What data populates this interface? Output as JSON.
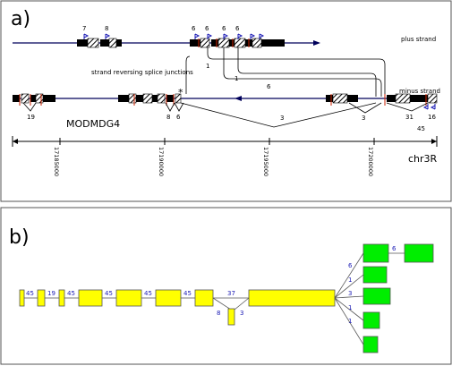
{
  "panel_a": {
    "label": "a)",
    "plus_strand_label": "plus strand",
    "minus_strand_label": "minus strand",
    "junction_note": "strand reversing splice junctions",
    "gene_label": "MODMDG4",
    "chrom_label": "chr3R",
    "asterisk": "*",
    "plus_counts": [
      "7",
      "8",
      "6",
      "6",
      "6",
      "6"
    ],
    "junction_counts": [
      "1",
      "1",
      "6"
    ],
    "minus_counts_left": [
      "19",
      "8",
      "6"
    ],
    "minus_counts_right": [
      "3",
      "3",
      "31",
      "16",
      "45"
    ],
    "ticks": [
      "17185000",
      "17190000",
      "17195000",
      "17200000"
    ]
  },
  "panel_b": {
    "label": "b)",
    "chain_counts": [
      "45",
      "19",
      "45",
      "45",
      "45",
      "45",
      "37"
    ],
    "branch_counts": [
      "8",
      "3"
    ],
    "fan_counts": [
      "6",
      "1",
      "3",
      "1",
      "1"
    ],
    "top_count": "6"
  },
  "colors": {
    "axis_line": "#00005a",
    "exon": "#000000",
    "count_text": "#1a1ab5",
    "red_mark": "#cc2200",
    "yellow": "#ffff00",
    "green": "#00ee00"
  }
}
